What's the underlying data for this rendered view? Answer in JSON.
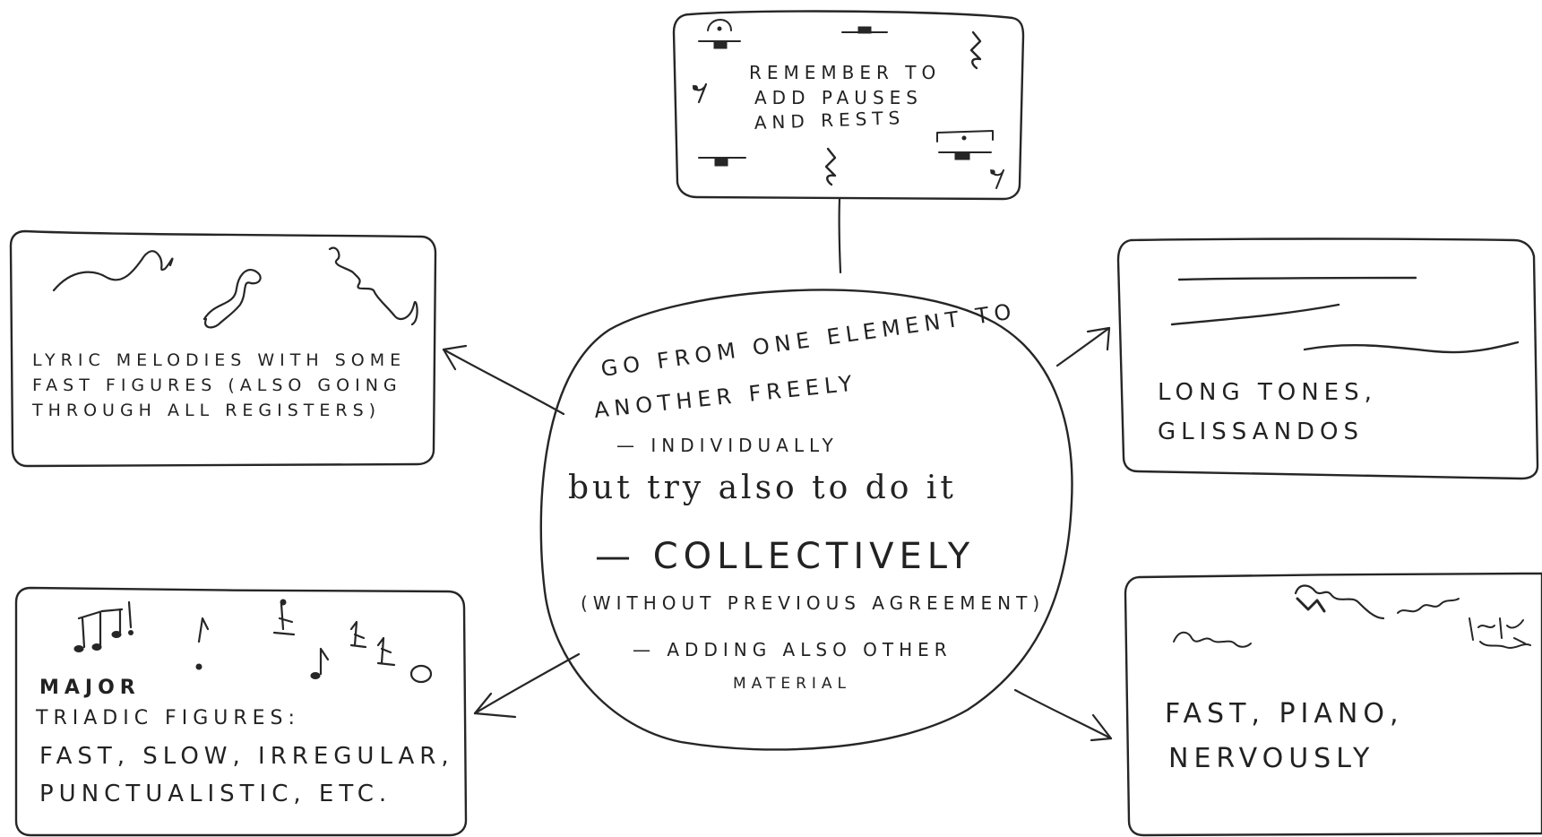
{
  "center": {
    "line1": "GO FROM ONE ELEMENT TO",
    "line2": "ANOTHER FREELY",
    "line3": "— INDIVIDUALLY",
    "line4": "but try also to do it",
    "line5": "— COLLECTIVELY",
    "line6": "(WITHOUT PREVIOUS AGREEMENT)",
    "line7": "— ADDING ALSO OTHER",
    "line8": "MATERIAL"
  },
  "boxes": {
    "top": {
      "lines": [
        "REMEMBER TO",
        "ADD PAUSES",
        "AND RESTS"
      ]
    },
    "left_top": {
      "lines": [
        "LYRIC MELODIES WITH SOME",
        "FAST FIGURES (ALSO GOING",
        "THROUGH ALL REGISTERS)"
      ]
    },
    "left_bottom": {
      "heading": "MAJOR",
      "lines": [
        "TRIADIC FIGURES:",
        "FAST, SLOW, IRREGULAR,",
        "PUNCTUALISTIC, ETC."
      ]
    },
    "right_top": {
      "lines": [
        "LONG TONES,",
        "GLISSANDOS"
      ]
    },
    "right_bottom": {
      "lines": [
        "FAST, PIANO,",
        "NERVOUSLY"
      ]
    }
  },
  "ink_color": "#262626",
  "paper_color": "#ffffff"
}
